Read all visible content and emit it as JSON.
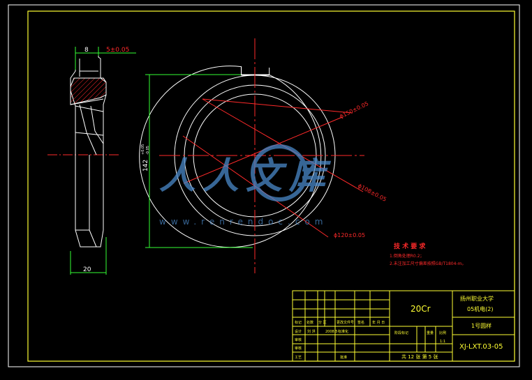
{
  "dimensions": {
    "width_8": "8",
    "depth_5": "5±0.05",
    "width_20": "20",
    "height_142": "142",
    "tol_upper": "+0.05",
    "tol_lower": "-0.05",
    "dia_150": "ϕ150±0.05",
    "dia_108": "ϕ108±0.05",
    "dia_120": "ϕ120±0.05"
  },
  "tech_requirements": {
    "heading": "技 术 要 求",
    "item1": "1.倒角处理R0.2；",
    "item2": "2.未注加工尺寸偏差按照GB/T1804-m。"
  },
  "watermark": {
    "text": "人人文库",
    "url": "www.renrendoc.com"
  },
  "title_block": {
    "material": "20Cr",
    "school": "扬州职业大学",
    "class": "05机电(2)",
    "part_name": "1号圆样",
    "drawing_no": "XJ-LXT.03-05",
    "sheets": "共 12 张  第 5 张",
    "row_labels": [
      "标记",
      "设计",
      "审核",
      "审核",
      "工艺"
    ],
    "header_labels": [
      "处数",
      "分 区",
      "更改文件号",
      "签名",
      "年 月 日"
    ],
    "designer": "刘 洪",
    "date": "2008.5",
    "standard": "标准化",
    "approve": "批准",
    "stage_label": "阶段标记",
    "weight_label": "重量",
    "scale_label": "比例",
    "scale_value": "1:1"
  },
  "colors": {
    "background": "#000000",
    "outline": "#ffffff",
    "centerline": "#ff2a2a",
    "dimension": "#33ff33",
    "title_block": "#ffff33",
    "watermark": "#4a88c8"
  }
}
